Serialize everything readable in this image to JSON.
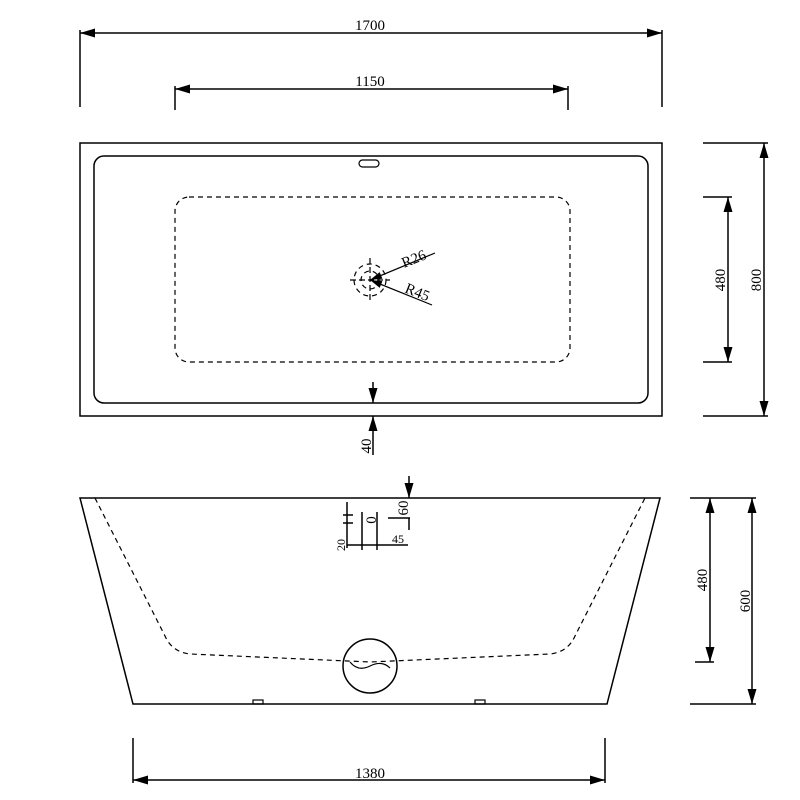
{
  "title": "Freestanding bathtub dimension drawing",
  "top_view": {
    "overall_length": "1700",
    "inner_length": "1150",
    "overall_width": "800",
    "inner_width": "480",
    "rim_offset": "40",
    "drain_radius_small": "R26",
    "drain_radius_large": "R45"
  },
  "side_view": {
    "height": "600",
    "inner_depth": "480",
    "base_length": "1380",
    "overflow_top": "60",
    "overflow_width": "45",
    "overflow_small": "20",
    "overflow_slot": "0"
  },
  "colors": {
    "line": "#000000",
    "background": "#ffffff"
  }
}
